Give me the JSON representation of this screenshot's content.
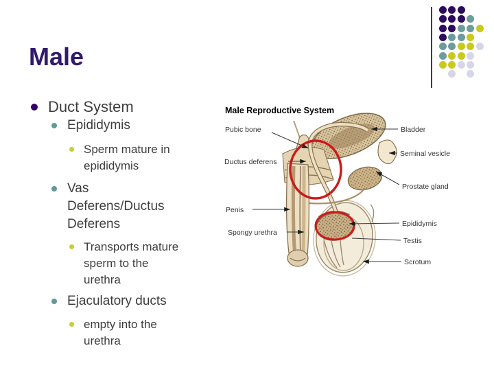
{
  "slide": {
    "title": "Male"
  },
  "outline": {
    "items": [
      {
        "level": 1,
        "label": "Duct System"
      },
      {
        "level": 2,
        "label": "Epididymis"
      },
      {
        "level": 3,
        "label": "Sperm mature in\nepididymis"
      },
      {
        "level": 2,
        "label": "Vas\nDeferens/Ductus\nDeferens"
      },
      {
        "level": 3,
        "label": "Transports mature\nsperm to the\nurethra"
      },
      {
        "level": 2,
        "label": "Ejaculatory ducts"
      },
      {
        "level": 3,
        "label": "empty into the\nurethra"
      }
    ]
  },
  "diagram": {
    "title": "Male Reproductive System",
    "labels": {
      "left": [
        "Pubic bone",
        "Ductus deferens",
        "Penis",
        "Spongy urethra"
      ],
      "right": [
        "Bladder",
        "Seminal vesicle",
        "Prostate gland",
        "Epididymis",
        "Testis",
        "Scrotum"
      ]
    },
    "highlight_color": "#cc1a1a"
  },
  "theme": {
    "title_color": "#31196b",
    "body_text_color": "#3d3d3d",
    "bullet_level1_color": "#330066",
    "bullet_level2_color": "#62999b",
    "bullet_level3_color": "#c5cf2e",
    "diagram_outline_color": "#7d6a4d"
  },
  "decoration": {
    "dot_grid": {
      "pattern": [
        "PPP..",
        "PPPT.",
        "PPTTY",
        "PTTY.",
        "TTYYL",
        "TYYL.",
        "YYLL.",
        ".L.L."
      ],
      "colors": {
        "P": "#2d0b5e",
        "T": "#6d9c9c",
        "Y": "#c9c91e",
        "L": "#d6d6e8"
      }
    }
  }
}
